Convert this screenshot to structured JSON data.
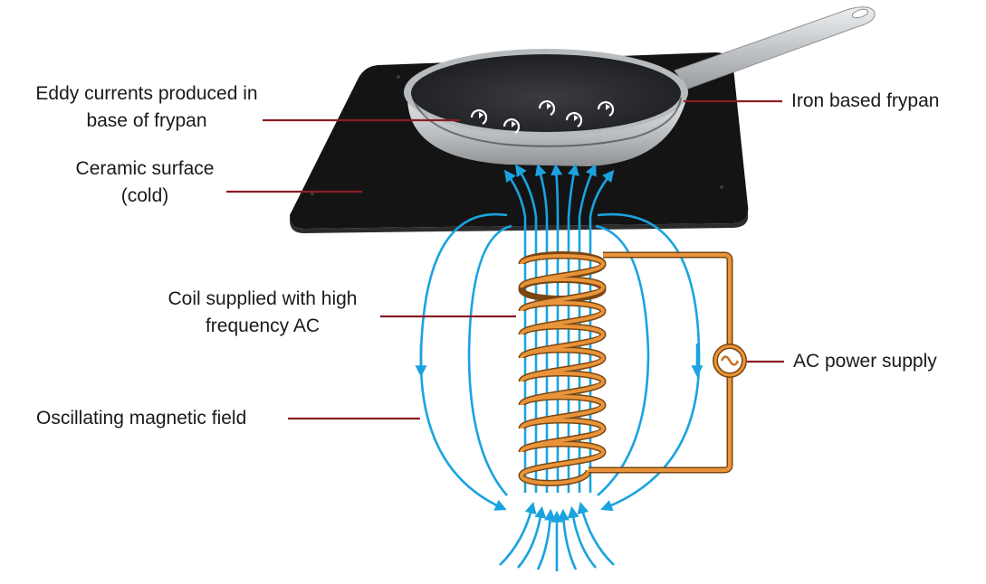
{
  "labels": {
    "eddy_line1": "Eddy currents produced in",
    "eddy_line2": "base of frypan",
    "ceramic_line1": "Ceramic surface",
    "ceramic_line2": "(cold)",
    "coil_line1": "Coil supplied with high",
    "coil_line2": "frequency AC",
    "field": "Oscillating magnetic field",
    "frypan": "Iron based frypan",
    "power": "AC power supply"
  },
  "colors": {
    "field_lines": "#1aa3e0",
    "coil": "#d9822b",
    "leader_lines": "#8b1c24",
    "cooktop": "#141414",
    "pan_outer": "#c9cbcd",
    "pan_inner": "#2b2d30"
  }
}
